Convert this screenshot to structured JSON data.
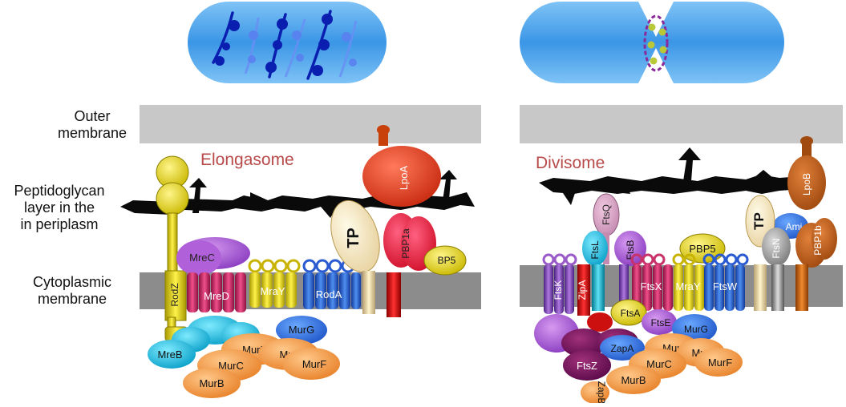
{
  "labels": {
    "outer_membrane": "Outer membrane",
    "outer_membrane_line1": "Outer",
    "outer_membrane_line2": "membrane",
    "pg_line1": "Peptidoglycan",
    "pg_line2": "layer in the",
    "pg_line3": "in periplasm",
    "cyto_line1": "Cytoplasmic",
    "cyto_line2": "membrane",
    "elongasome": "Elongasome",
    "divisome": "Divisome"
  },
  "elongasome_proteins": {
    "lpoA": "LpoA",
    "tp": "TP",
    "pbp1a": "PBP1a",
    "bp5": "BP5",
    "mreC": "MreC",
    "mreD": "MreD",
    "mraY": "MraY",
    "rodA": "RodA",
    "rodZ": "RodZ",
    "murG": "MurG",
    "mreB": "MreB",
    "murD": "MurD",
    "murE": "MurE",
    "murC": "MurC",
    "murF": "MurF",
    "murB": "MurB"
  },
  "divisome_proteins": {
    "lpoB": "LpoB",
    "ami": "Ami",
    "tp": "TP",
    "ftsN": "FtsN",
    "pbp1b": "PBP1b",
    "pbp5": "PBP5",
    "ftsQ": "FtsQ",
    "ftsL": "FtsL",
    "ftsB": "FtsB",
    "ftsK": "FtsK",
    "zipA": "ZipA",
    "ftsX": "FtsX",
    "mraY": "MraY",
    "ftsW": "FtsW",
    "ftsA": "FtsA",
    "ftsE": "FtsE",
    "murG": "MurG",
    "zapA": "ZapA",
    "ftsZ": "FtsZ",
    "murD": "MurD",
    "murE": "MurE",
    "murC": "MurC",
    "murF": "MurF",
    "murB": "MurB",
    "zapB": "ZapB"
  },
  "colors": {
    "membrane_gray": "#c8c8c8",
    "membrane_dark": "#8c8c8c",
    "cell_blue": "#4fa0ea",
    "title_red": "#b84a4a",
    "yellow": "#ecdc12",
    "orange": "#f6a049",
    "blue": "#2f6fd8",
    "cyan": "#19b7d8",
    "magenta": "#d8327a",
    "purple": "#9b4fc4"
  }
}
